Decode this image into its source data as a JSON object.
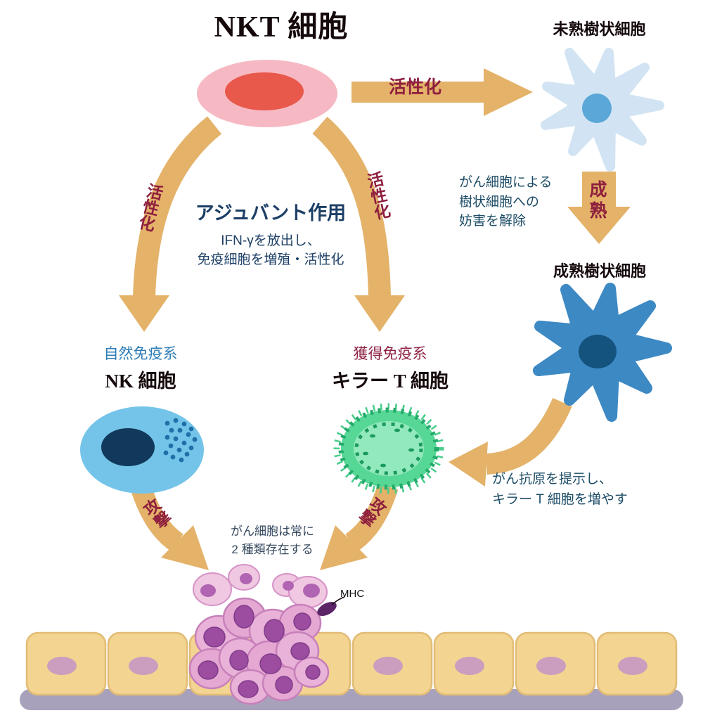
{
  "title": "NKT 細胞",
  "labels": {
    "immature_dc": "未熟樹状細胞",
    "activation_top": "活性化",
    "activation_left": "活性化",
    "activation_right": "活性化",
    "adjuvant_title": "アジュバント作用",
    "adjuvant_desc": "IFN-γを放出し、\n免疫細胞を増殖・活性化",
    "dc_unblock": "がん細胞による\n樹状細胞への\n妨害を解除",
    "maturation": "成熟",
    "mature_dc": "成熟樹状細胞",
    "innate_system": "自然免疫系",
    "nk_cell": "NK 細胞",
    "acquired_system": "獲得免疫系",
    "killer_t_cell": "キラー T 細胞",
    "antigen_present": "がん抗原を提示し、\nキラー T 細胞を増やす",
    "attack_left": "攻撃",
    "attack_right": "攻撃",
    "cancer_note": "がん細胞は常に\n2 種類存在する",
    "mhc": "MHC"
  },
  "colors": {
    "arrow": "#e4b269",
    "label_red": "#8e1f3e",
    "label_blue": "#1d3f66",
    "innate_blue": "#2d7cb7",
    "acquired_maroon": "#8e2243",
    "nkt_outer": "#f6b9c3",
    "nkt_inner": "#e8584b",
    "immature_dc_body": "#d2e4f3",
    "immature_dc_nucleus": "#5aa7d8",
    "mature_dc_body": "#3d89c4",
    "mature_dc_nucleus": "#14537e",
    "nk_body": "#74c4e9",
    "nk_nucleus": "#11395c",
    "killer_t_body": "#57d795",
    "tumor_cell": "#e9b2d8",
    "tumor_nucleus": "#9c4da0",
    "tissue_cell": "#f3d491",
    "tissue_nucleus": "#cb9dbe",
    "base_strip": "#a8a1bb"
  }
}
